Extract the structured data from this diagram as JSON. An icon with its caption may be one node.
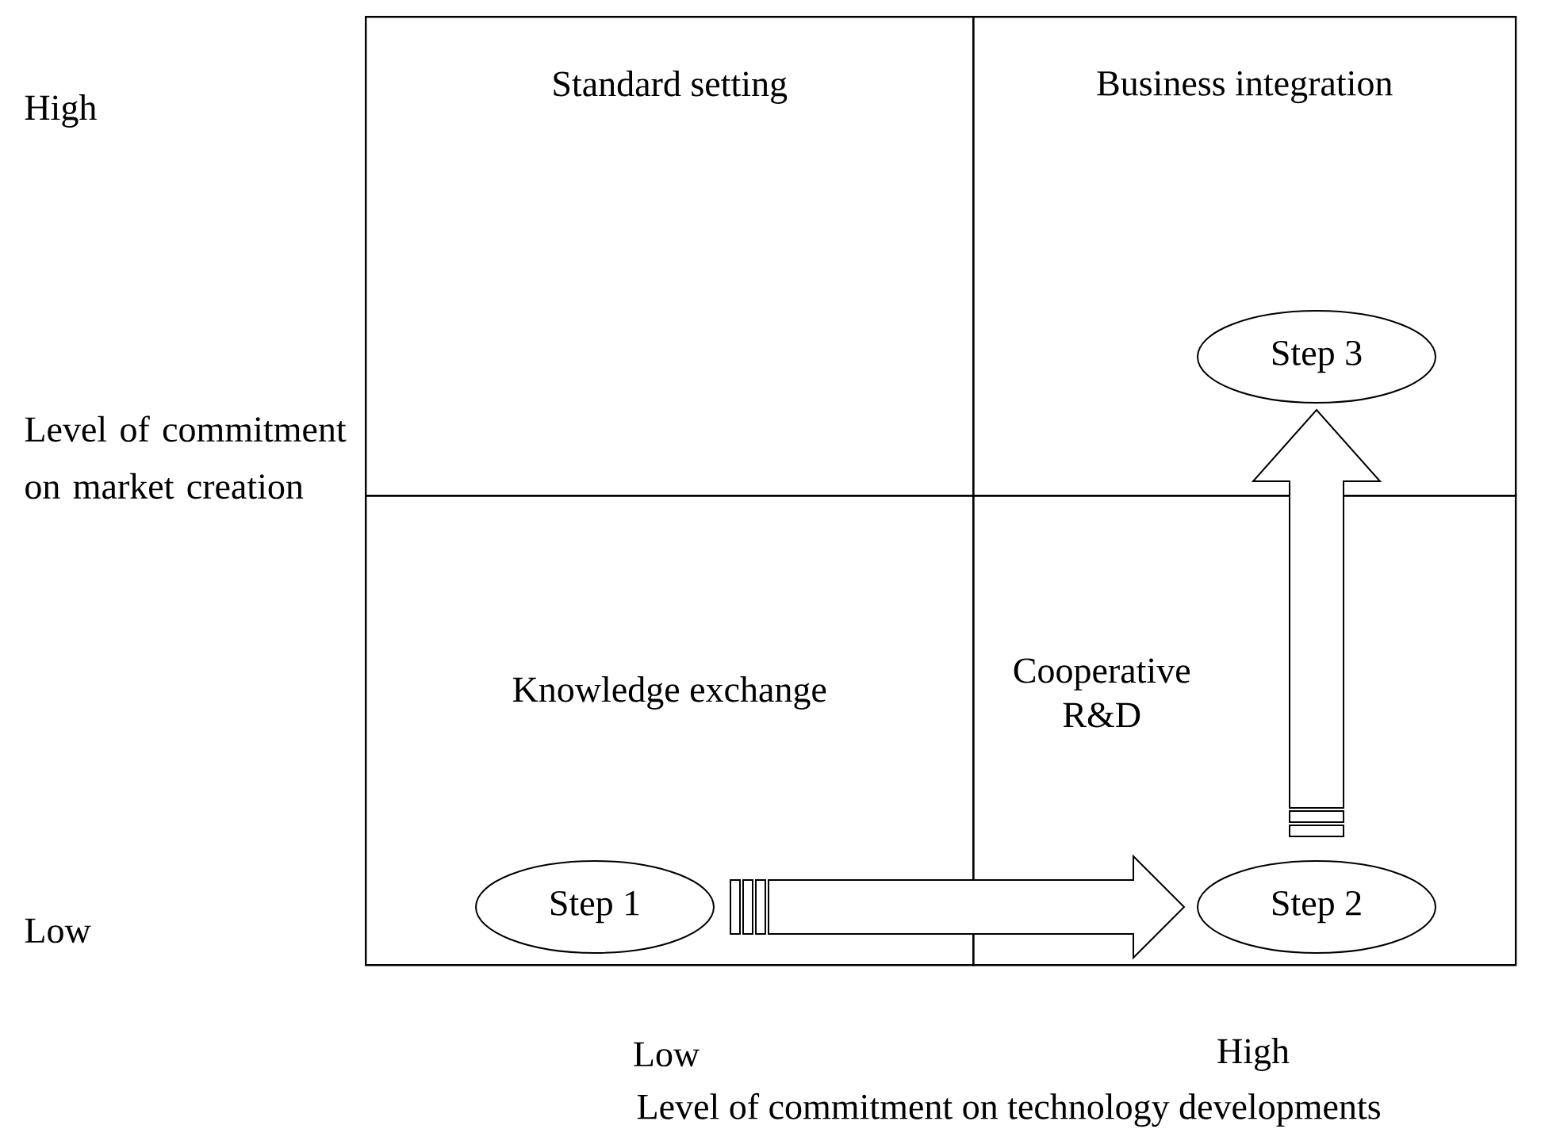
{
  "diagram": {
    "nodes": [
      {
        "text": [
          "Standard setting"
        ]
      },
      {
        "text": [
          "Business integration"
        ]
      },
      {
        "text": [
          "Knowledge exchange"
        ]
      },
      {
        "text": [
          "Cooperative R&D"
        ]
      },
      {
        "text": [
          "Step 1"
        ],
        "in": 2
      },
      {
        "text": [
          "Step 2"
        ],
        "in": 3
      },
      {
        "text": [
          "Step 3"
        ],
        "in": 1
      }
    ],
    "edges": [
      {
        "from": 4,
        "to": 5,
        "arrow": "to"
      },
      {
        "from": 5,
        "to": 6,
        "arrow": "to"
      }
    ],
    "labels": [
      "High",
      "Level of commitment on market creation",
      "Low",
      "Low",
      "High",
      "Level of commitment on technology developments"
    ]
  }
}
